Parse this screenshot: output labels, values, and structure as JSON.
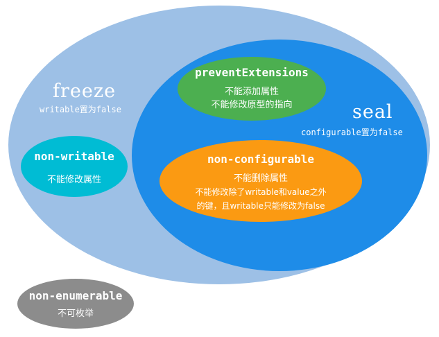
{
  "freeze": {
    "title": "freeze",
    "description": "writable置为false"
  },
  "seal": {
    "title": "seal",
    "description": "configurable置为false"
  },
  "prevent_extensions": {
    "title": "preventExtensions",
    "line1": "不能添加属性",
    "line2": "不能修改原型的指向"
  },
  "non_configurable": {
    "title": "non-configurable",
    "line1": "不能删除属性",
    "line2": "不能修改除了writable和value之外",
    "line3": "的键，且writable只能修改为false"
  },
  "non_writable": {
    "title": "non-writable",
    "line1": "不能修改属性"
  },
  "non_enumerable": {
    "title": "non-enumerable",
    "line1": "不可枚举"
  },
  "colors": {
    "freeze": "#9dc0e6",
    "seal": "#1e8ce8",
    "prevent_extensions": "#4caf50",
    "non_configurable": "#fb9a12",
    "non_writable": "#00bcd4",
    "non_enumerable": "#8c8c8c"
  }
}
